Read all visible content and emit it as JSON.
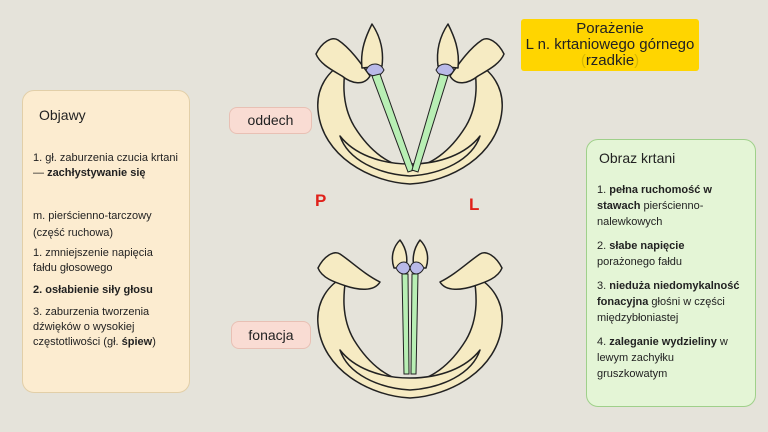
{
  "title": {
    "line1": "Porażenie",
    "line2": "L n. krtaniowego górnego",
    "paren_open": "(",
    "paren_text": "rzadkie",
    "paren_close": ")"
  },
  "symptoms": {
    "heading": "Objawy",
    "item1_text": "1. gł. zaburzenia czucia krtani — ",
    "item1_bold": "zachłystywanie się",
    "muscle_line1": "m. pierścienno-tarczowy",
    "muscle_line2": "(część ruchowa)",
    "item_a": "1. zmniejszenie napięcia fałdu głosowego",
    "item_b": "2. osłabienie siły głosu",
    "item_c_text": "3. zaburzenia tworzenia dźwięków o wysokiej częstotliwości (gł. ",
    "item_c_bold": "śpiew",
    "item_c_end": ")"
  },
  "labels": {
    "breath": "oddech",
    "phonation": "fonacja",
    "right_side": "P",
    "left_side": "L"
  },
  "findings": {
    "heading": "Obraz krtani",
    "f1_prefix": "1. ",
    "f1_bold": "pełna ruchomość w stawach",
    "f1_rest": " pierścienno-nalewkowych",
    "f2_prefix": "2. ",
    "f2_bold": "słabe napięcie",
    "f2_rest": " porażonego fałdu",
    "f3_prefix": "3. ",
    "f3_bold": "nieduża niedomykalność fonacyjna",
    "f3_rest": " głośni w części międzybłoniastej",
    "f4_prefix": "4. ",
    "f4_bold": "zaleganie wydzieliny",
    "f4_rest": " w lewym zachyłku gruszkowatym"
  },
  "colors": {
    "title_bg": "#ffd500",
    "symptoms_bg": "#fcecd0",
    "findings_bg": "#e4f5d6",
    "tag_bg": "#f9dcd3",
    "side_label": "#e0211a",
    "cartilage": "#f6ebc3",
    "vocal_fold": "#b8efb4",
    "arytenoid": "#b9b9e8"
  }
}
